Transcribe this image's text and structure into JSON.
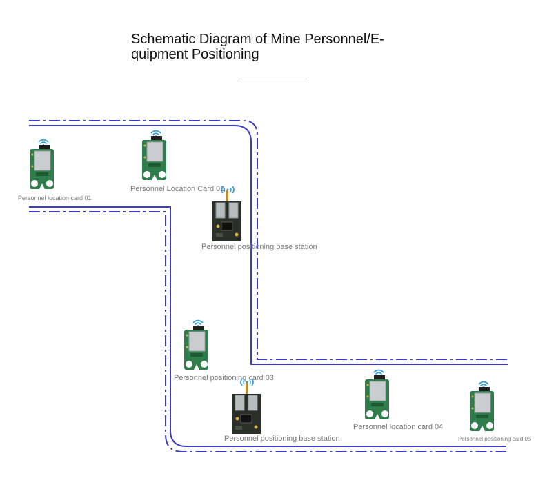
{
  "title": "Schematic Diagram of Mine Personnel/E-quipment Positioning",
  "colors": {
    "tunnel_line": "#3b3bc8",
    "signal": "#2a9be0",
    "board_green": "#2f7d4a",
    "board_dark": "#2a2f28",
    "chip_silver": "#c9cdd0",
    "label_gray": "#7a7a7a"
  },
  "devices": {
    "card_01": {
      "label": "Personnel location card 01",
      "icon": "location-card-icon"
    },
    "card_02": {
      "label": "Personnel Location Card 02",
      "icon": "location-card-icon"
    },
    "card_03": {
      "label": "Personnel positioning card 03",
      "icon": "location-card-icon"
    },
    "card_04": {
      "label": "Personnel location card 04",
      "icon": "location-card-icon"
    },
    "card_05": {
      "label": "Personnel positioning card 05",
      "icon": "location-card-icon"
    },
    "station_1": {
      "label": "Personnel positioning base station",
      "icon": "base-station-icon"
    },
    "station_2": {
      "label": "Personnel positioning base station",
      "icon": "base-station-icon"
    }
  }
}
